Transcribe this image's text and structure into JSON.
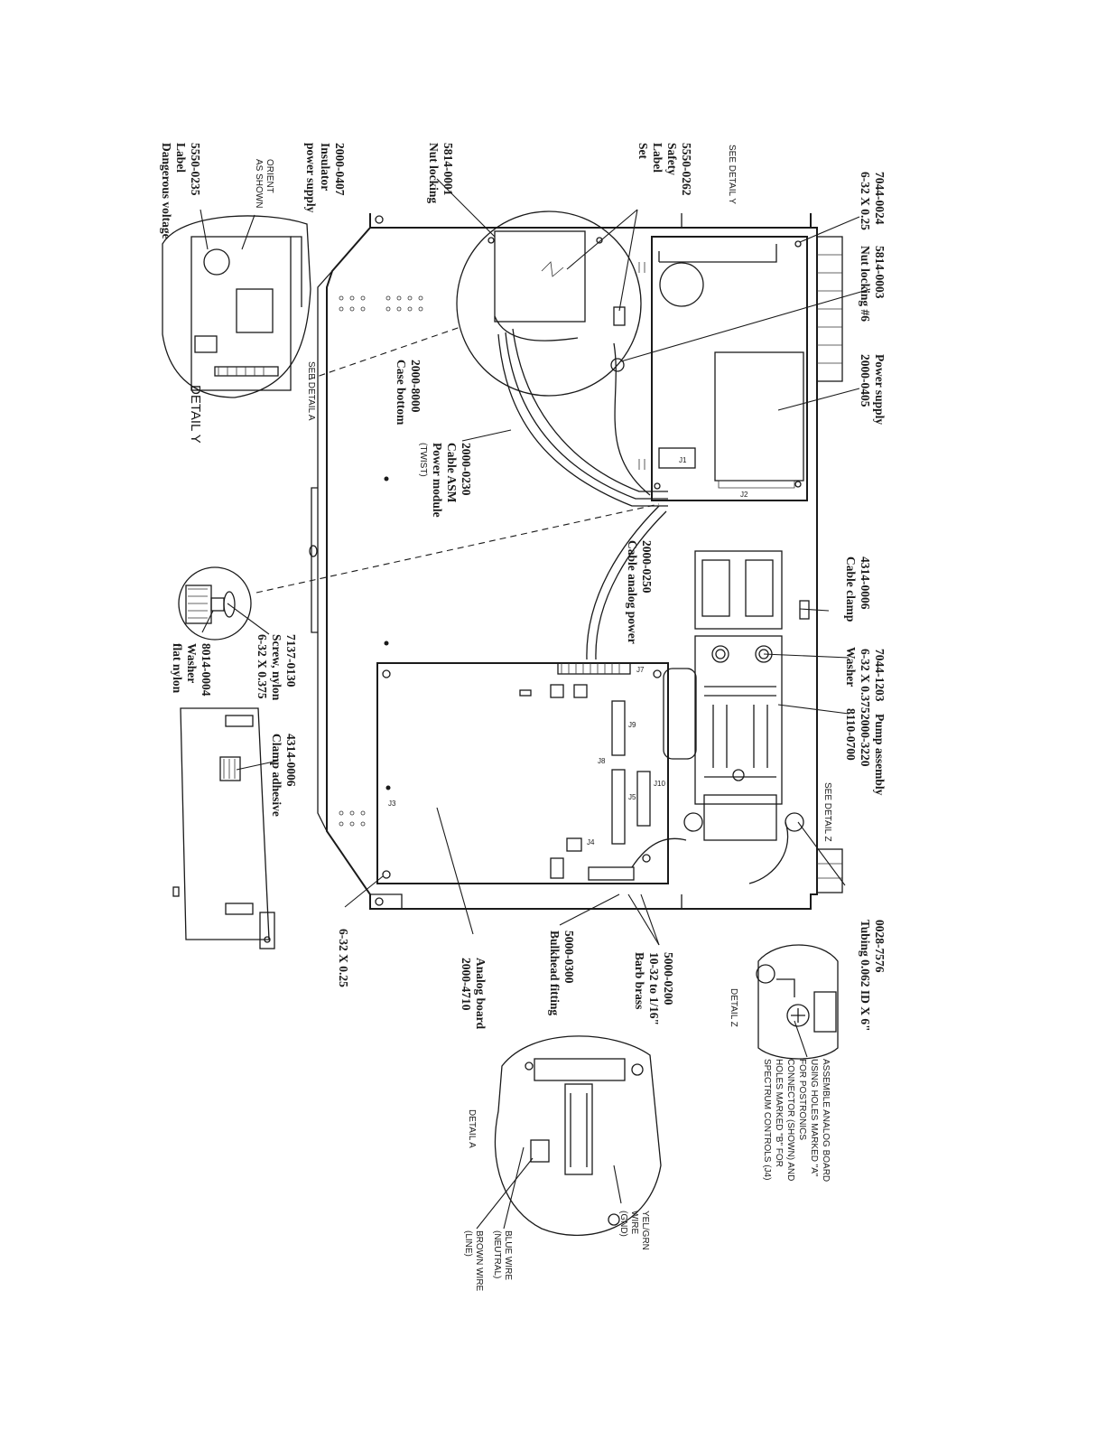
{
  "callouts": [
    {
      "key": "c7044_0024",
      "lines": [
        "7044-0024",
        "6-32 X 0.25"
      ]
    },
    {
      "key": "c5814_0003",
      "lines": [
        "5814-0003",
        "Nut locking #6"
      ]
    },
    {
      "key": "c_power_supply",
      "lines": [
        "Power supply",
        "2000-0405"
      ]
    },
    {
      "key": "c_see_y",
      "lines": [
        "SEE DETAIL Y"
      ]
    },
    {
      "key": "c5550_0262",
      "lines": [
        "5550-0262",
        "Safety",
        "Label",
        "Set"
      ]
    },
    {
      "key": "c5814_0001",
      "lines": [
        "5814-0001",
        "Nut locking"
      ]
    },
    {
      "key": "c2000_0407",
      "lines": [
        "2000-0407",
        "Insulator",
        "power supply"
      ]
    },
    {
      "key": "c_orient",
      "lines": [
        "ORIENT",
        "AS SHOWN"
      ]
    },
    {
      "key": "c5550_0235",
      "lines": [
        "5550-0235",
        "Label",
        "Dangerous voltage"
      ]
    },
    {
      "key": "c_detail_y",
      "lines": [
        "DETAIL Y"
      ]
    },
    {
      "key": "c_see_a",
      "lines": [
        "SEE DETAIL A"
      ]
    },
    {
      "key": "c2000_8000",
      "lines": [
        "2000-8000",
        "Case bottom"
      ]
    },
    {
      "key": "c2000_0230",
      "lines": [
        "2000-0230",
        "Cable ASM",
        "Power module",
        "(TWIST)"
      ]
    },
    {
      "key": "c2000_0250",
      "lines": [
        "2000-0250",
        "Cable analog power"
      ]
    },
    {
      "key": "c4314_0006_top",
      "lines": [
        "4314-0006",
        "Cable clamp"
      ]
    },
    {
      "key": "c7044_1203",
      "lines": [
        "7044-1203",
        "6-32 X 0.375"
      ]
    },
    {
      "key": "c_washer",
      "lines": [
        "Washer"
      ]
    },
    {
      "key": "c8110_0700",
      "lines": [
        "8110-0700"
      ]
    },
    {
      "key": "c_pump",
      "lines": [
        "2000-3220",
        "Pump assembly"
      ]
    },
    {
      "key": "c_see_z",
      "lines": [
        "SEE DETAIL Z"
      ]
    },
    {
      "key": "c0028_7576",
      "lines": [
        "0028-7576",
        "Tubing 0.062 ID X 6\""
      ]
    },
    {
      "key": "c7137_0130",
      "lines": [
        "7137-0130",
        "Screw, nylon",
        "6-32 X 0.375"
      ]
    },
    {
      "key": "c8014_0004",
      "lines": [
        "8014-0004",
        "Washer",
        "flat nylon"
      ]
    },
    {
      "key": "c4314_0006_bot",
      "lines": [
        "4314-0006",
        "Clamp adhesive"
      ]
    },
    {
      "key": "c6_32_025",
      "lines": [
        "6-32 X 0.25"
      ]
    },
    {
      "key": "c_analog",
      "lines": [
        "Analog board",
        "2000-4710"
      ]
    },
    {
      "key": "c5000_0300",
      "lines": [
        "5000-0300",
        "Bulkhead fitting"
      ]
    },
    {
      "key": "c5000_0200",
      "lines": [
        "5000-0200",
        "10-32 to 1/16\"",
        "Barb brass"
      ]
    },
    {
      "key": "c_detail_z",
      "lines": [
        "DETAIL Z"
      ]
    },
    {
      "key": "c_assemble",
      "lines": [
        "ASSEMBLE ANALOG BOARD",
        "USING HOLES MARKED \"A\"",
        "FOR POSTRONICS",
        "CONNECTOR (SHOWN) AND",
        "HOLES MARKED \"B\" FOR",
        "SPECTRUM CONTROLS (J4)"
      ]
    },
    {
      "key": "c_detail_a",
      "lines": [
        "DETAIL A"
      ]
    },
    {
      "key": "c_yel_grn",
      "lines": [
        "YEL/GRN",
        "WIRE",
        "(GND)"
      ]
    },
    {
      "key": "c_blue",
      "lines": [
        "BLUE WIRE",
        "(NEUTRAL)"
      ]
    },
    {
      "key": "c_brown",
      "lines": [
        "BROWN WIRE",
        "(LINE)"
      ]
    }
  ],
  "board_labels": [
    "J1",
    "J2",
    "J7",
    "J9",
    "J8",
    "J10",
    "J5",
    "J4",
    "J3"
  ]
}
